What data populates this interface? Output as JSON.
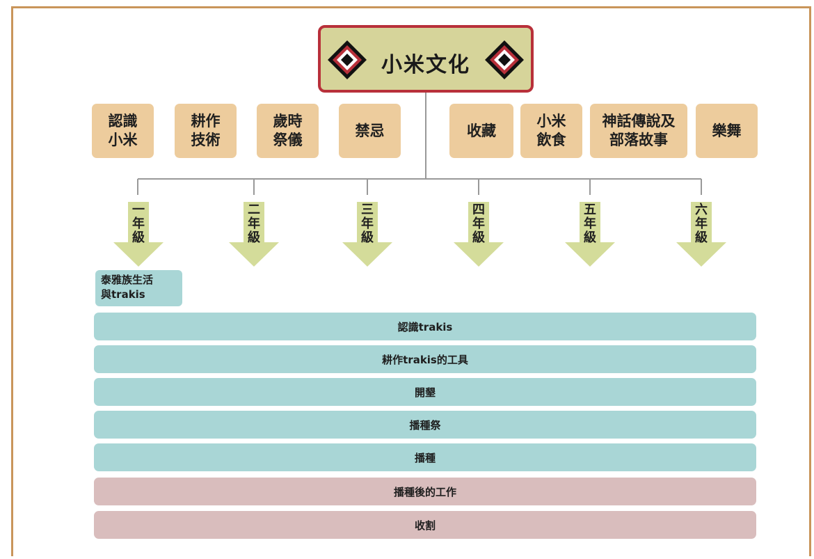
{
  "title": "小米文化",
  "topics": [
    {
      "label": "認識\n小米"
    },
    {
      "label": "耕作\n技術"
    },
    {
      "label": "歲時\n祭儀"
    },
    {
      "label": "禁忌"
    },
    {
      "label": "收藏"
    },
    {
      "label": "小米\n飲食"
    },
    {
      "label": "神話傳說及\n部落故事"
    },
    {
      "label": "樂舞"
    }
  ],
  "grades": [
    {
      "label": "一年級"
    },
    {
      "label": "二年級"
    },
    {
      "label": "三年級"
    },
    {
      "label": "四年級"
    },
    {
      "label": "五年級"
    },
    {
      "label": "六年級"
    }
  ],
  "stage_label": "泰雅族生活\n與trakis",
  "bars": [
    {
      "label": "認識trakis",
      "color": "#a9d6d6"
    },
    {
      "label": "耕作trakis的工具",
      "color": "#a9d6d6"
    },
    {
      "label": "開墾",
      "color": "#a9d6d6"
    },
    {
      "label": "播種祭",
      "color": "#a9d6d6"
    },
    {
      "label": "播種",
      "color": "#a9d6d6"
    },
    {
      "label": "播種後的工作",
      "color": "#d9bdbd"
    },
    {
      "label": "收割",
      "color": "#d9bdbd"
    }
  ],
  "colors": {
    "frame": "#c9955a",
    "title_fill": "#d6d49a",
    "title_border": "#b8303a",
    "topic_fill": "#edcc9d",
    "arrow_fill": "#d4dc9a",
    "connector": "#999999"
  }
}
